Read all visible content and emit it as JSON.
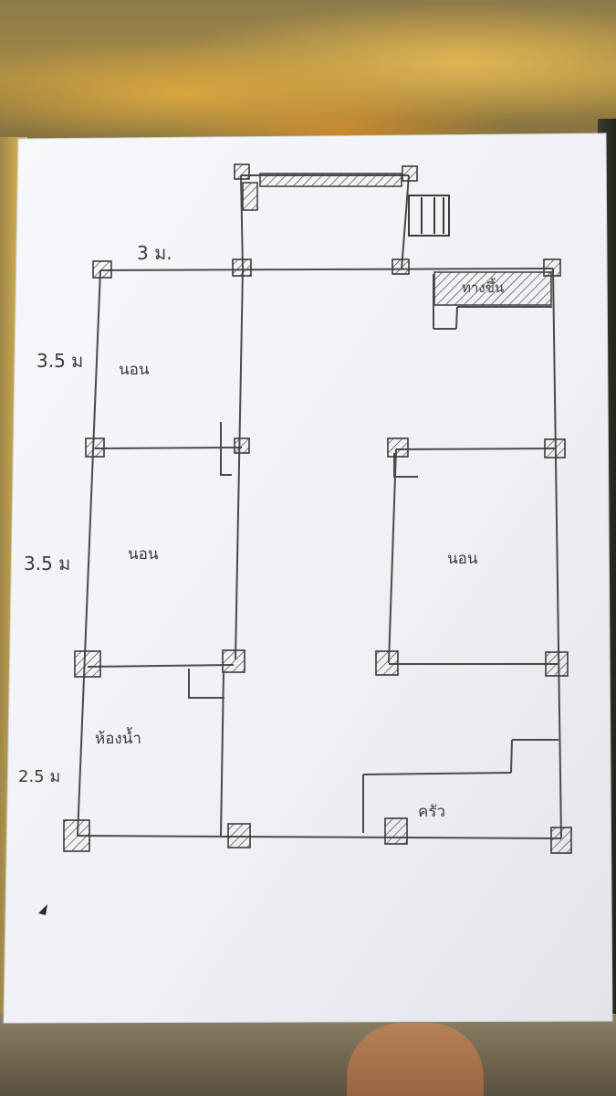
{
  "plan": {
    "dimensions": {
      "top_width": "3 ม.",
      "room1_height": "3.5 ม",
      "room2_height": "3.5 ม",
      "bath_height": "2.5 ม"
    },
    "rooms": {
      "bedroom_1": "นอน",
      "bedroom_2": "นอน",
      "bedroom_3": "นอน",
      "bathroom": "ห้องน้ำ",
      "kitchen": "ครัว",
      "stairs_area": "ทางขึ้น"
    }
  }
}
